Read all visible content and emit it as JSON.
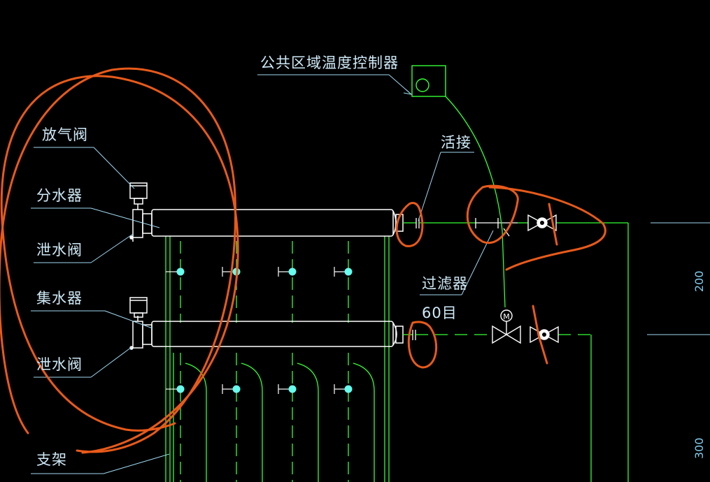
{
  "labels": {
    "temp_controller": "公共区域温度控制器",
    "air_valve": "放气阀",
    "supply_manifold": "分水器",
    "drain_valve_top": "泄水阀",
    "return_manifold": "集水器",
    "drain_valve_bottom": "泄水阀",
    "bracket": "支架",
    "union": "活接",
    "filter": "过滤器",
    "filter_mesh": "60目",
    "motor_valve": "M"
  },
  "dimensions": {
    "upper": "200",
    "lower": "300"
  },
  "colors": {
    "background": "#000000",
    "pipe_white": "#ffffff",
    "cad_green": "#33ff33",
    "leader_blue": "#9fd8f0",
    "annotation_orange": "#e85a1a",
    "node_cyan": "#66ffee"
  }
}
